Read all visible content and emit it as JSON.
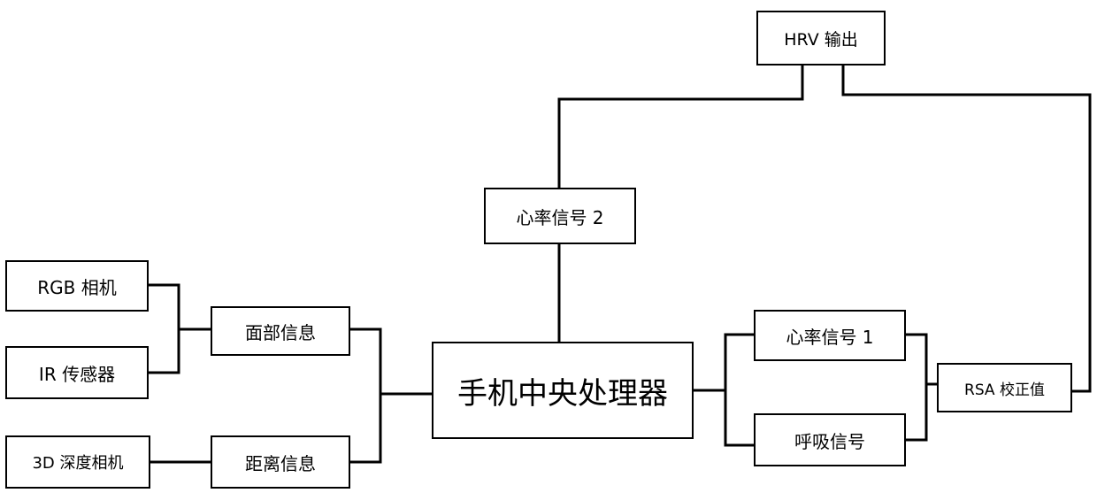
{
  "diagram": {
    "nodes": {
      "hrv_output": "HRV 输出",
      "heart_signal_2": "心率信号 2",
      "rgb_camera": "RGB 相机",
      "ir_sensor": "IR 传感器",
      "depth_camera": "3D 深度相机",
      "face_info": "面部信息",
      "distance_info": "距离信息",
      "phone_cpu": "手机中央处理器",
      "heart_signal_1": "心率信号 1",
      "breath_signal": "呼吸信号",
      "rsa_correction": "RSA 校正值"
    },
    "line_color": "#000000",
    "box_border_color": "#000000"
  }
}
